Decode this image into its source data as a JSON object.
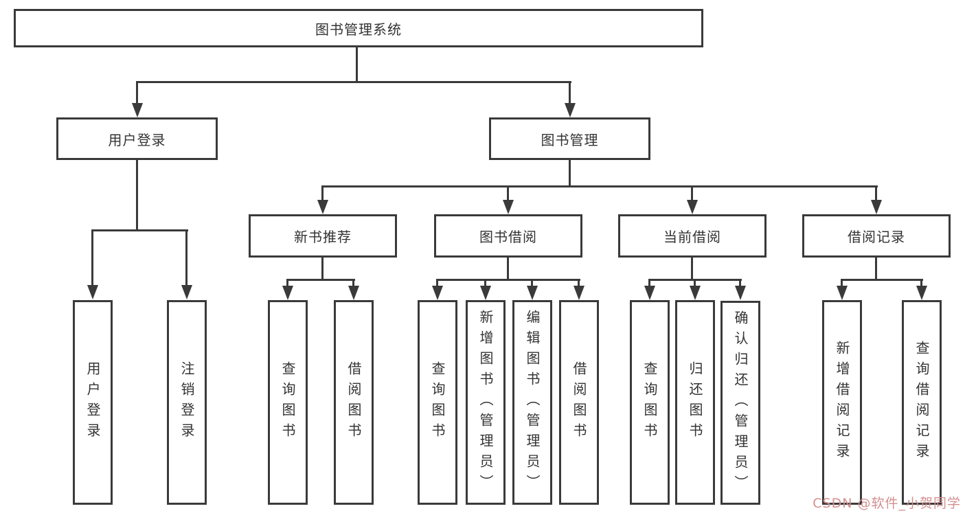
{
  "colors": {
    "line": "#3a3a3a",
    "text": "#333333",
    "watermark": "#d48f8f"
  },
  "tree": {
    "root": "图书管理系统",
    "level2": [
      "用户登录",
      "图书管理"
    ],
    "level3": [
      "新书推荐",
      "图书借阅",
      "当前借阅",
      "借阅记录"
    ],
    "leafGroups": [
      [
        "用户登录",
        "注销登录"
      ],
      [
        "查询图书",
        "借阅图书"
      ],
      [
        "查询图书",
        "新增图书（管理员）",
        "编辑图书（管理员）",
        "借阅图书"
      ],
      [
        "查询图书",
        "归还图书",
        "确认归还（管理员）"
      ],
      [
        "新增借阅记录",
        "查询借阅记录"
      ]
    ]
  },
  "watermark": {
    "text": "CSDN @软件_小贺同学"
  }
}
